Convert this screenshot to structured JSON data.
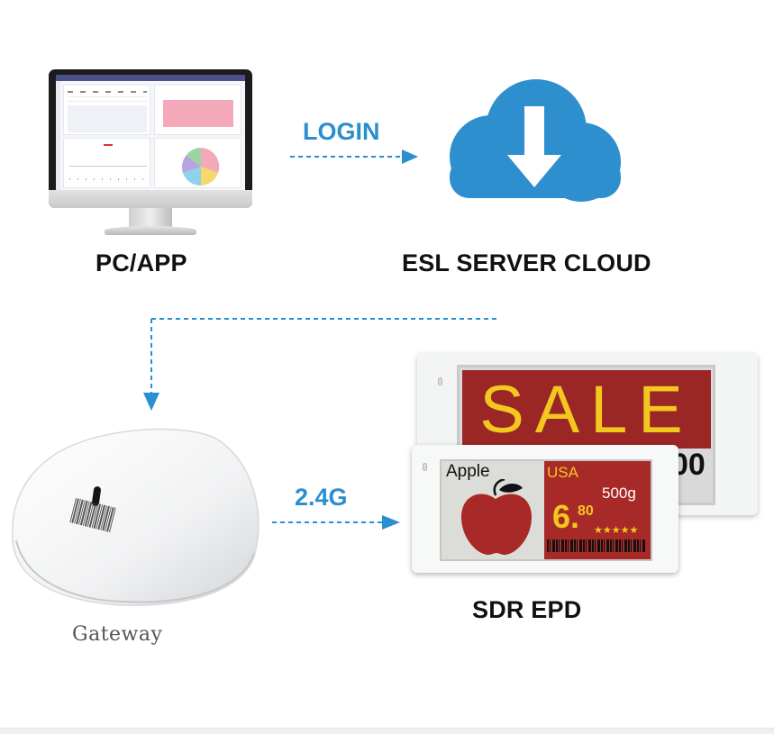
{
  "nodes": {
    "pc": {
      "label": "PC/APP",
      "icon": "monitor-icon"
    },
    "cloud": {
      "label": "ESL SERVER CLOUD",
      "icon": "cloud-download-icon",
      "color": "#2e8fcf"
    },
    "gateway": {
      "label": "Gateway",
      "icon": "gateway-icon"
    },
    "epd": {
      "label": "SDR EPD",
      "icon": "price-tag-icon"
    }
  },
  "edges": {
    "login": {
      "label": "LOGIN",
      "from": "pc",
      "to": "cloud"
    },
    "cloud_to_gateway": {
      "label": "",
      "from": "cloud",
      "to": "gateway"
    },
    "wireless": {
      "label": "2.4G",
      "from": "gateway",
      "to": "epd"
    }
  },
  "price_tags": {
    "back": {
      "headline": "SALE",
      "digits": "00"
    },
    "front": {
      "product": "Apple",
      "origin": "USA",
      "weight": "500g",
      "price_main": "6.",
      "price_cents": "80",
      "rating_stars": "★★★★★"
    }
  },
  "colors": {
    "accent_blue": "#2a8fd0",
    "cloud_blue": "#2e8fcf",
    "tag_red": "#a82a28",
    "tag_yellow": "#f2c81f"
  }
}
